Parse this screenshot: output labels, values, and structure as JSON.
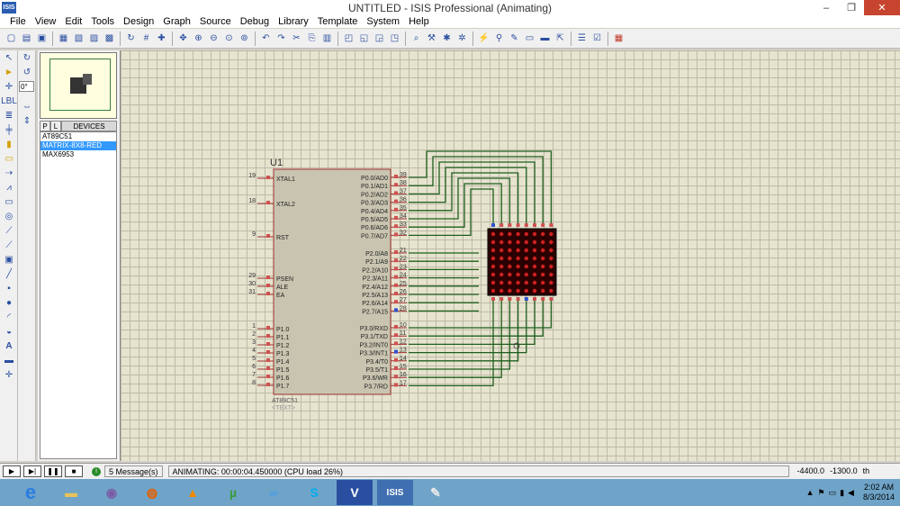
{
  "window": {
    "app_icon_text": "ISIS",
    "title": "UNTITLED - ISIS Professional (Animating)",
    "min": "–",
    "max": "❐",
    "close": "✕"
  },
  "menu": [
    "File",
    "View",
    "Edit",
    "Tools",
    "Design",
    "Graph",
    "Source",
    "Debug",
    "Library",
    "Template",
    "System",
    "Help"
  ],
  "rotation": {
    "value": "0°"
  },
  "devices": {
    "tab_p": "P",
    "tab_l": "L",
    "title": "DEVICES",
    "items": [
      {
        "name": "AT89C51",
        "selected": false
      },
      {
        "name": "MATRIX-8X8-RED",
        "selected": true
      },
      {
        "name": "MAX6953",
        "selected": false
      }
    ]
  },
  "schematic": {
    "chip_ref": "U1",
    "chip_part": "AT89C51",
    "chip_text": "<TEXT>",
    "left_pins": [
      {
        "num": "19",
        "name": "XTAL1"
      },
      {
        "num": "18",
        "name": "XTAL2"
      },
      {
        "num": "9",
        "name": "RST"
      },
      {
        "num": "29",
        "name": "PSEN"
      },
      {
        "num": "30",
        "name": "ALE"
      },
      {
        "num": "31",
        "name": "EA"
      },
      {
        "num": "1",
        "name": "P1.0"
      },
      {
        "num": "2",
        "name": "P1.1"
      },
      {
        "num": "3",
        "name": "P1.2"
      },
      {
        "num": "4",
        "name": "P1.3"
      },
      {
        "num": "5",
        "name": "P1.4"
      },
      {
        "num": "6",
        "name": "P1.5"
      },
      {
        "num": "7",
        "name": "P1.6"
      },
      {
        "num": "8",
        "name": "P1.7"
      }
    ],
    "right_pins": [
      {
        "num": "39",
        "name": "P0.0/AD0"
      },
      {
        "num": "38",
        "name": "P0.1/AD1"
      },
      {
        "num": "37",
        "name": "P0.2/AD2"
      },
      {
        "num": "36",
        "name": "P0.3/AD3"
      },
      {
        "num": "35",
        "name": "P0.4/AD4"
      },
      {
        "num": "34",
        "name": "P0.5/AD5"
      },
      {
        "num": "33",
        "name": "P0.6/AD6"
      },
      {
        "num": "32",
        "name": "P0.7/AD7"
      },
      {
        "num": "21",
        "name": "P2.0/A8"
      },
      {
        "num": "22",
        "name": "P2.1/A9"
      },
      {
        "num": "23",
        "name": "P2.2/A10"
      },
      {
        "num": "24",
        "name": "P2.3/A11"
      },
      {
        "num": "25",
        "name": "P2.4/A12"
      },
      {
        "num": "26",
        "name": "P2.5/A13"
      },
      {
        "num": "27",
        "name": "P2.6/A14"
      },
      {
        "num": "28",
        "name": "P2.7/A15"
      },
      {
        "num": "10",
        "name": "P3.0/RXD"
      },
      {
        "num": "11",
        "name": "P3.1/TXD"
      },
      {
        "num": "12",
        "name": "P3.2/INT0"
      },
      {
        "num": "13",
        "name": "P3.3/INT1"
      },
      {
        "num": "14",
        "name": "P3.4/T0"
      },
      {
        "num": "15",
        "name": "P3.5/T1"
      },
      {
        "num": "16",
        "name": "P3.6/WR"
      },
      {
        "num": "17",
        "name": "P3.7/RD"
      }
    ],
    "matrix_lit": [
      [
        1,
        1,
        1,
        1,
        1,
        1,
        1,
        1
      ],
      [
        1,
        1,
        1,
        1,
        1,
        1,
        1,
        1
      ],
      [
        1,
        1,
        1,
        1,
        1,
        1,
        1,
        1
      ],
      [
        1,
        1,
        1,
        1,
        1,
        1,
        1,
        1
      ],
      [
        1,
        1,
        1,
        1,
        1,
        1,
        1,
        1
      ],
      [
        1,
        1,
        1,
        1,
        1,
        1,
        1,
        1
      ],
      [
        1,
        1,
        1,
        1,
        1,
        1,
        1,
        1
      ],
      [
        1,
        1,
        1,
        1,
        1,
        1,
        1,
        1
      ]
    ],
    "colors": {
      "wire": "#1e5f1e",
      "chip_fill": "#c8c4b0",
      "chip_border": "#a03030",
      "matrix_bg": "#2a0000",
      "led_on": "#d02020",
      "led_dim": "#6a1010"
    }
  },
  "status": {
    "messages": "5 Message(s)",
    "animating": "ANIMATING: 00:00:04.450000 (CPU load 26%)",
    "coord_x": "-4400.0",
    "coord_y": "-1300.0",
    "unit": "th"
  },
  "clock": {
    "time": "2:02 AM",
    "date": "8/3/2014"
  }
}
